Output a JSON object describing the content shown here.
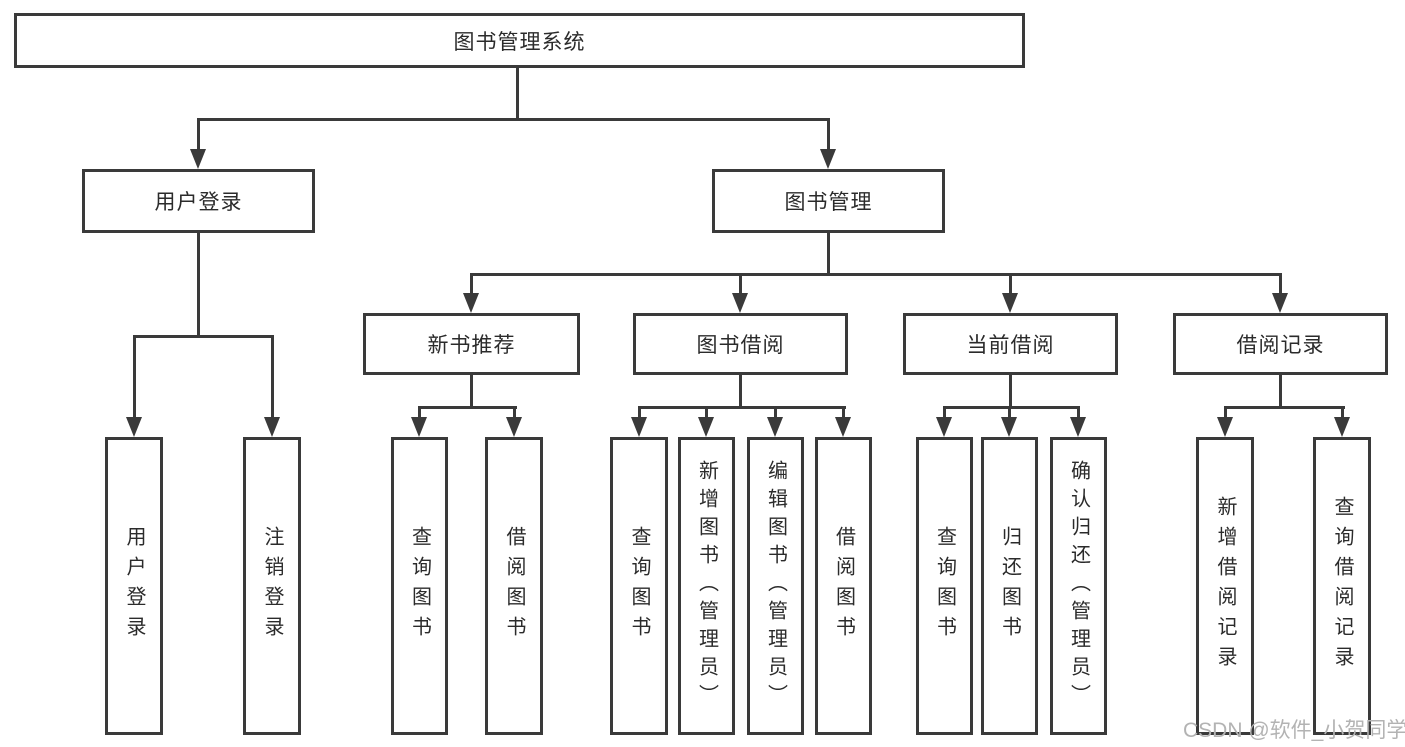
{
  "colors": {
    "line_color": "#3a3a3a",
    "text_color": "#2b2b2b",
    "watermark_color": "#b3b3b3",
    "bg_color": "#ffffff"
  },
  "nodes": {
    "root": {
      "label": "图书管理系统"
    },
    "user_login": {
      "label": "用户登录"
    },
    "book_management": {
      "label": "图书管理"
    },
    "new_book_recommend": {
      "label": "新书推荐"
    },
    "book_borrow": {
      "label": "图书借阅"
    },
    "current_borrow": {
      "label": "当前借阅"
    },
    "borrow_records": {
      "label": "借阅记录"
    },
    "leaf_user_login": {
      "label": "用户登录"
    },
    "leaf_logout": {
      "label": "注销登录"
    },
    "leaf_query_book_1": {
      "label": "查询图书"
    },
    "leaf_borrow_book_1": {
      "label": "借阅图书"
    },
    "leaf_query_book_2": {
      "label": "查询图书"
    },
    "leaf_add_book": {
      "label": "新增图书（管理员）"
    },
    "leaf_edit_book": {
      "label": "编辑图书（管理员）"
    },
    "leaf_borrow_book_2": {
      "label": "借阅图书"
    },
    "leaf_query_book_3": {
      "label": "查询图书"
    },
    "leaf_return_book": {
      "label": "归还图书"
    },
    "leaf_confirm_return": {
      "label": "确认归还（管理员）"
    },
    "leaf_add_borrow_record": {
      "label": "新增借阅记录"
    },
    "leaf_query_borrow_record": {
      "label": "查询借阅记录"
    }
  },
  "watermark": {
    "text": "CSDN @软件_小贺同学"
  }
}
